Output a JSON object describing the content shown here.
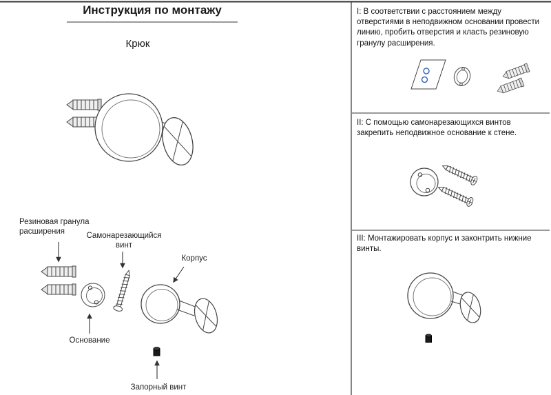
{
  "page": {
    "title": "Инструкция по монтажу",
    "product": "Крюк"
  },
  "parts": {
    "anchor": "Резиновая гранула расширения",
    "screw": "Самонарезающийся винт",
    "body": "Корпус",
    "base": "Основание",
    "lock_screw": "Запорный винт"
  },
  "steps": [
    {
      "num": "I",
      "text": "I: В соответствии с расстоянием между отверстиями в неподвижном основании провести линию, пробить отверстия и класть резиновую гранулу расширения."
    },
    {
      "num": "II",
      "text": "II: С помощью самонарезающихся винтов закрепить неподвижное основание к стене."
    },
    {
      "num": "III",
      "text": "III: Монтажировать корпус и законтрить нижние винты."
    }
  ],
  "colors": {
    "line": "#444444",
    "hole_accent": "#3b6db8",
    "lock_screw_fill": "#1a1a1a"
  }
}
